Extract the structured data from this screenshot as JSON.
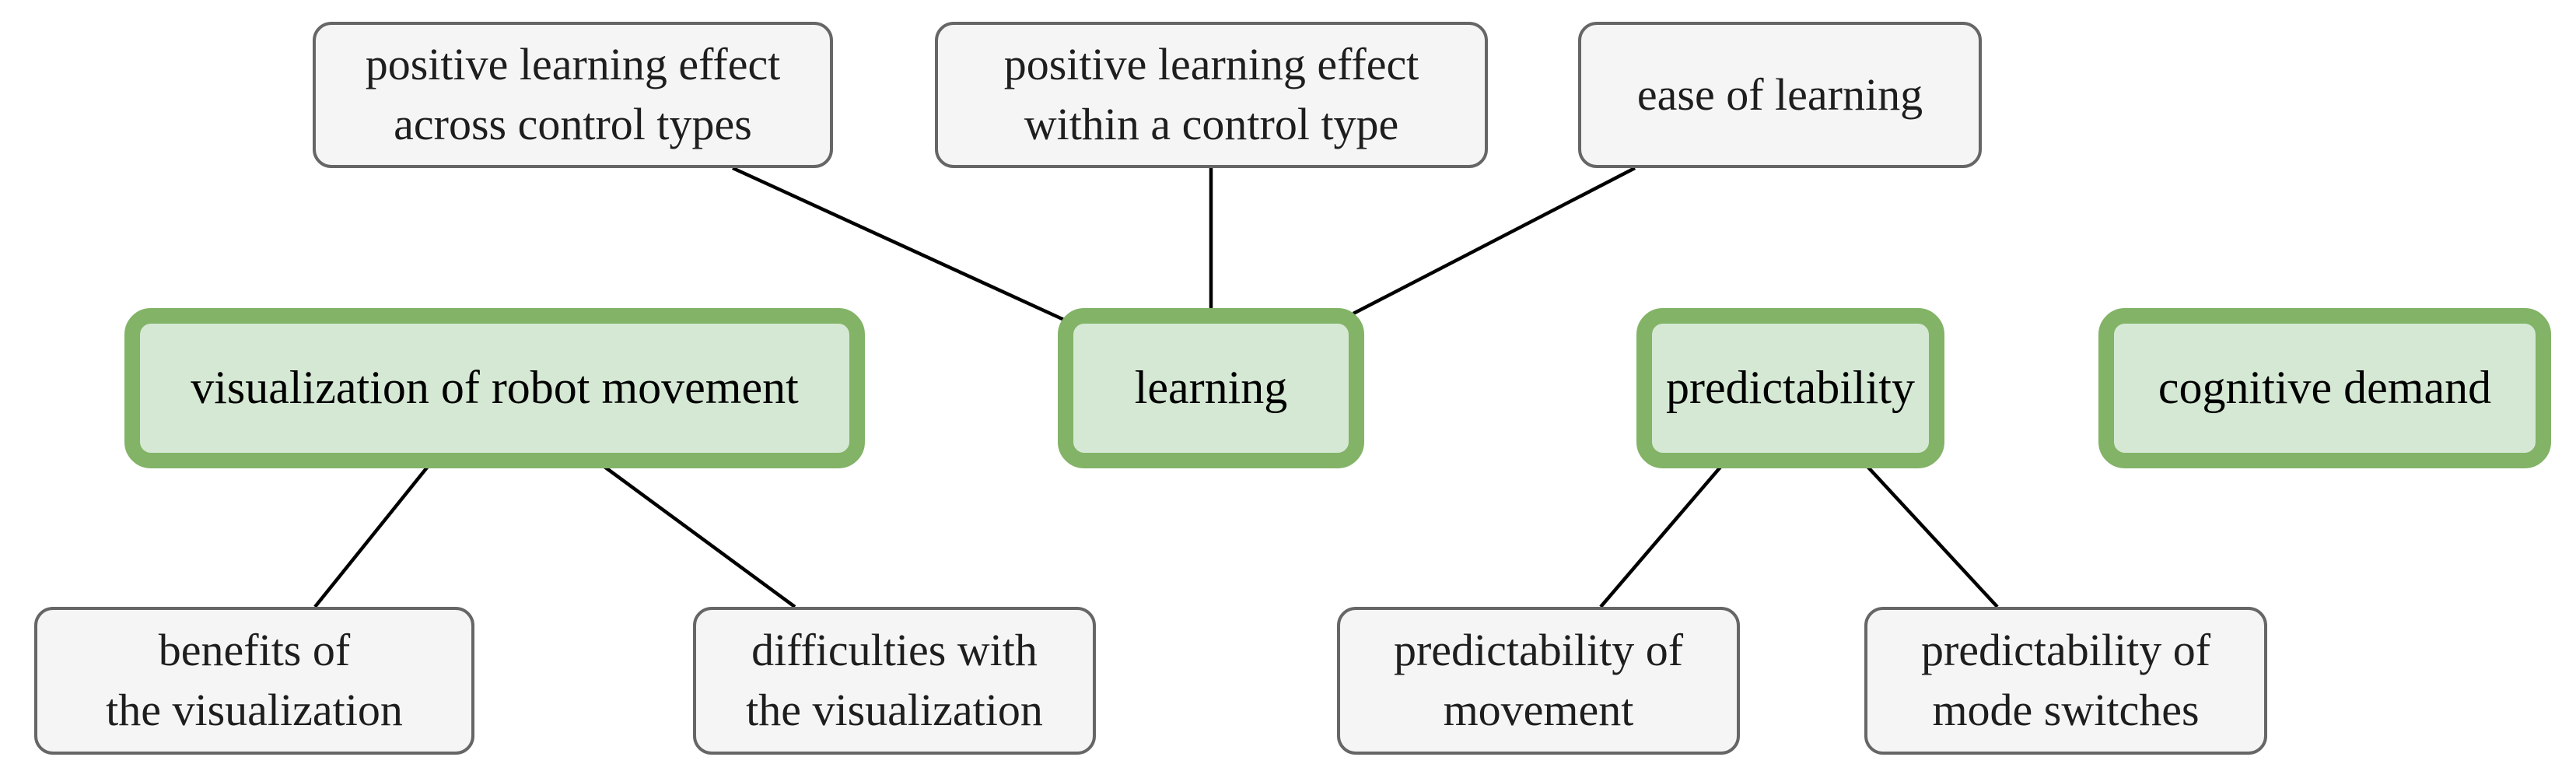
{
  "nodes": {
    "visualization": {
      "label": "visualization of robot movement"
    },
    "learning": {
      "label": "learning"
    },
    "predictability": {
      "label": "predictability"
    },
    "cognitive_demand": {
      "label": "cognitive demand"
    },
    "learning_across": {
      "line1": "positive learning effect",
      "line2": "across control types"
    },
    "learning_within": {
      "line1": "positive learning effect",
      "line2": "within a control type"
    },
    "ease_of_learning": {
      "label": "ease of learning"
    },
    "benefits": {
      "line1": "benefits of",
      "line2": "the visualization"
    },
    "difficulties": {
      "line1": "difficulties with",
      "line2": "the visualization"
    },
    "predictability_movement": {
      "line1": "predictability of",
      "line2": "movement"
    },
    "predictability_mode": {
      "line1": "predictability of",
      "line2": "mode switches"
    }
  },
  "edges": [
    {
      "from": "learning",
      "to": "learning_across"
    },
    {
      "from": "learning",
      "to": "learning_within"
    },
    {
      "from": "learning",
      "to": "ease_of_learning"
    },
    {
      "from": "visualization",
      "to": "benefits"
    },
    {
      "from": "visualization",
      "to": "difficulties"
    },
    {
      "from": "predictability",
      "to": "predictability_movement"
    },
    {
      "from": "predictability",
      "to": "predictability_mode"
    }
  ],
  "colors": {
    "main_fill": "#d5e8d4",
    "main_border": "#82b366",
    "leaf_fill": "#f5f5f5",
    "leaf_border": "#666666",
    "edge": "#000000"
  }
}
